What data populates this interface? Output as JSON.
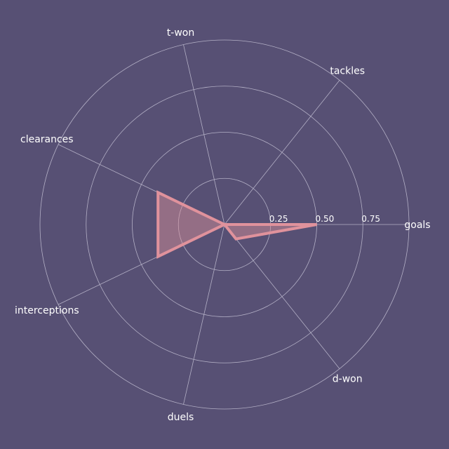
{
  "chart_data": {
    "type": "radar",
    "categories": [
      "goals",
      "tackles",
      "t-won",
      "clearances",
      "interceptions",
      "duels",
      "d-won"
    ],
    "series": [
      {
        "values": [
          0.5,
          0.0,
          0.0,
          0.4,
          0.4,
          0.0,
          0.1
        ],
        "color": "#e0929c"
      }
    ],
    "rlim": [
      0,
      1.0
    ],
    "rticks": [
      0.25,
      0.5,
      0.75,
      1.0
    ],
    "rtick_labels": [
      "0.25",
      "0.50",
      "0.75"
    ],
    "grid": true,
    "background": "#575074",
    "grid_color": "#b4b0c6",
    "text_color": "#ffffff"
  }
}
